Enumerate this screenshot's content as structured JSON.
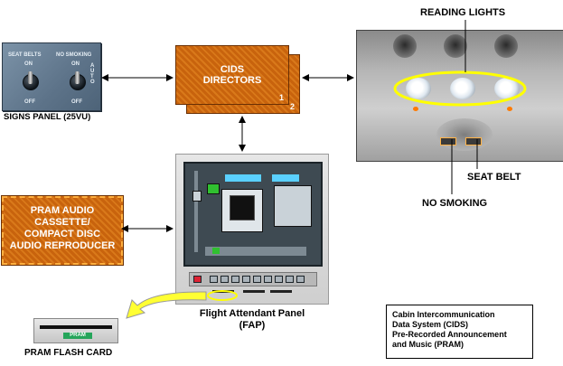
{
  "signs_panel": {
    "seat_belts_label": "SEAT BELTS",
    "no_smoking_label": "NO SMOKING",
    "on_left": "ON",
    "off_left": "OFF",
    "on_right": "ON",
    "off_right": "OFF",
    "auto_label": "AUTO",
    "caption": "SIGNS PANEL (25VU)"
  },
  "cids_directors": {
    "title_line1": "CIDS",
    "title_line2": "DIRECTORS",
    "card1_number": "1",
    "card2_number": "2"
  },
  "pram_audio": {
    "line1": "PRAM AUDIO",
    "line2": "CASSETTE/",
    "line3": "COMPACT DISC",
    "line4": "AUDIO REPRODUCER"
  },
  "ceiling": {
    "reading_lights_label": "READING LIGHTS",
    "seat_belt_label": "SEAT BELT",
    "no_smoking_label": "NO SMOKING"
  },
  "fap": {
    "caption_line1": "Flight Attendant Panel",
    "caption_line2": "(FAP)"
  },
  "flash_card": {
    "card_text": "PRAM",
    "caption": "PRAM FLASH CARD"
  },
  "info_box": {
    "line1": "Cabin Intercommunication",
    "line2": "Data System (CIDS)",
    "line3": "Pre-Recorded Announcement",
    "line4": "and Music (PRAM)"
  },
  "colors": {
    "card_orange": "#c8630d",
    "highlight_yellow": "#ffff00",
    "arrow_yellow": "#ffff33"
  }
}
